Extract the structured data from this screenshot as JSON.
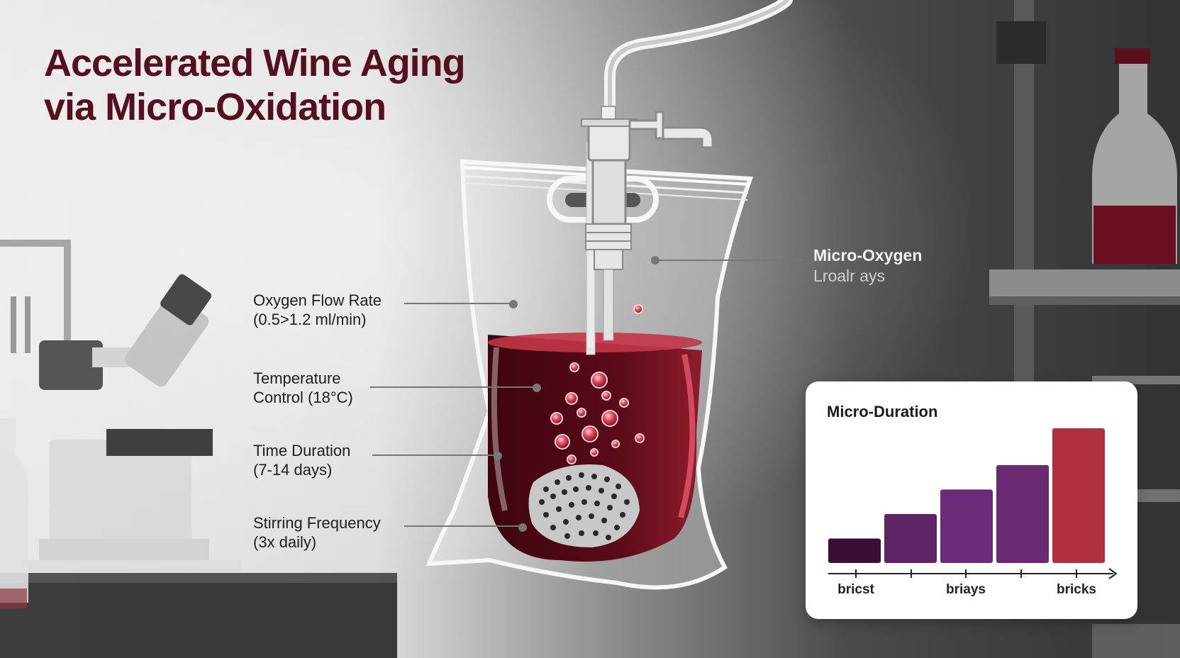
{
  "title": {
    "line1": "Accelerated Wine Aging",
    "line2": "via Micro-Oxidation"
  },
  "labels": {
    "oxygen_flow": {
      "line1": "Oxygen Flow Rate",
      "line2": "(0.5>1.2 ml/min)"
    },
    "temperature": {
      "line1": "Temperature",
      "line2": "Control (18°C)"
    },
    "time_duration": {
      "line1": "Time Duration",
      "line2": "(7-14 days)"
    },
    "stirring": {
      "line1": "Stirring Frequency",
      "line2": "(3x daily)"
    },
    "micro_oxygen": {
      "line1": "Micro-Oxygen",
      "line2": "Lroalr ays"
    }
  },
  "chart_data": {
    "type": "bar",
    "title": "Micro-Duration",
    "tick_labels": [
      "bricst",
      "briays",
      "bricks"
    ],
    "values": [
      1,
      2,
      3,
      4,
      5.5
    ],
    "bar_colors": [
      "#3a0f36",
      "#5e2466",
      "#6c2b78",
      "#6a2a72",
      "#b0303f"
    ]
  },
  "colors": {
    "title": "#55101f",
    "wine": "#5a0a18",
    "wine_highlight": "#c23648"
  }
}
